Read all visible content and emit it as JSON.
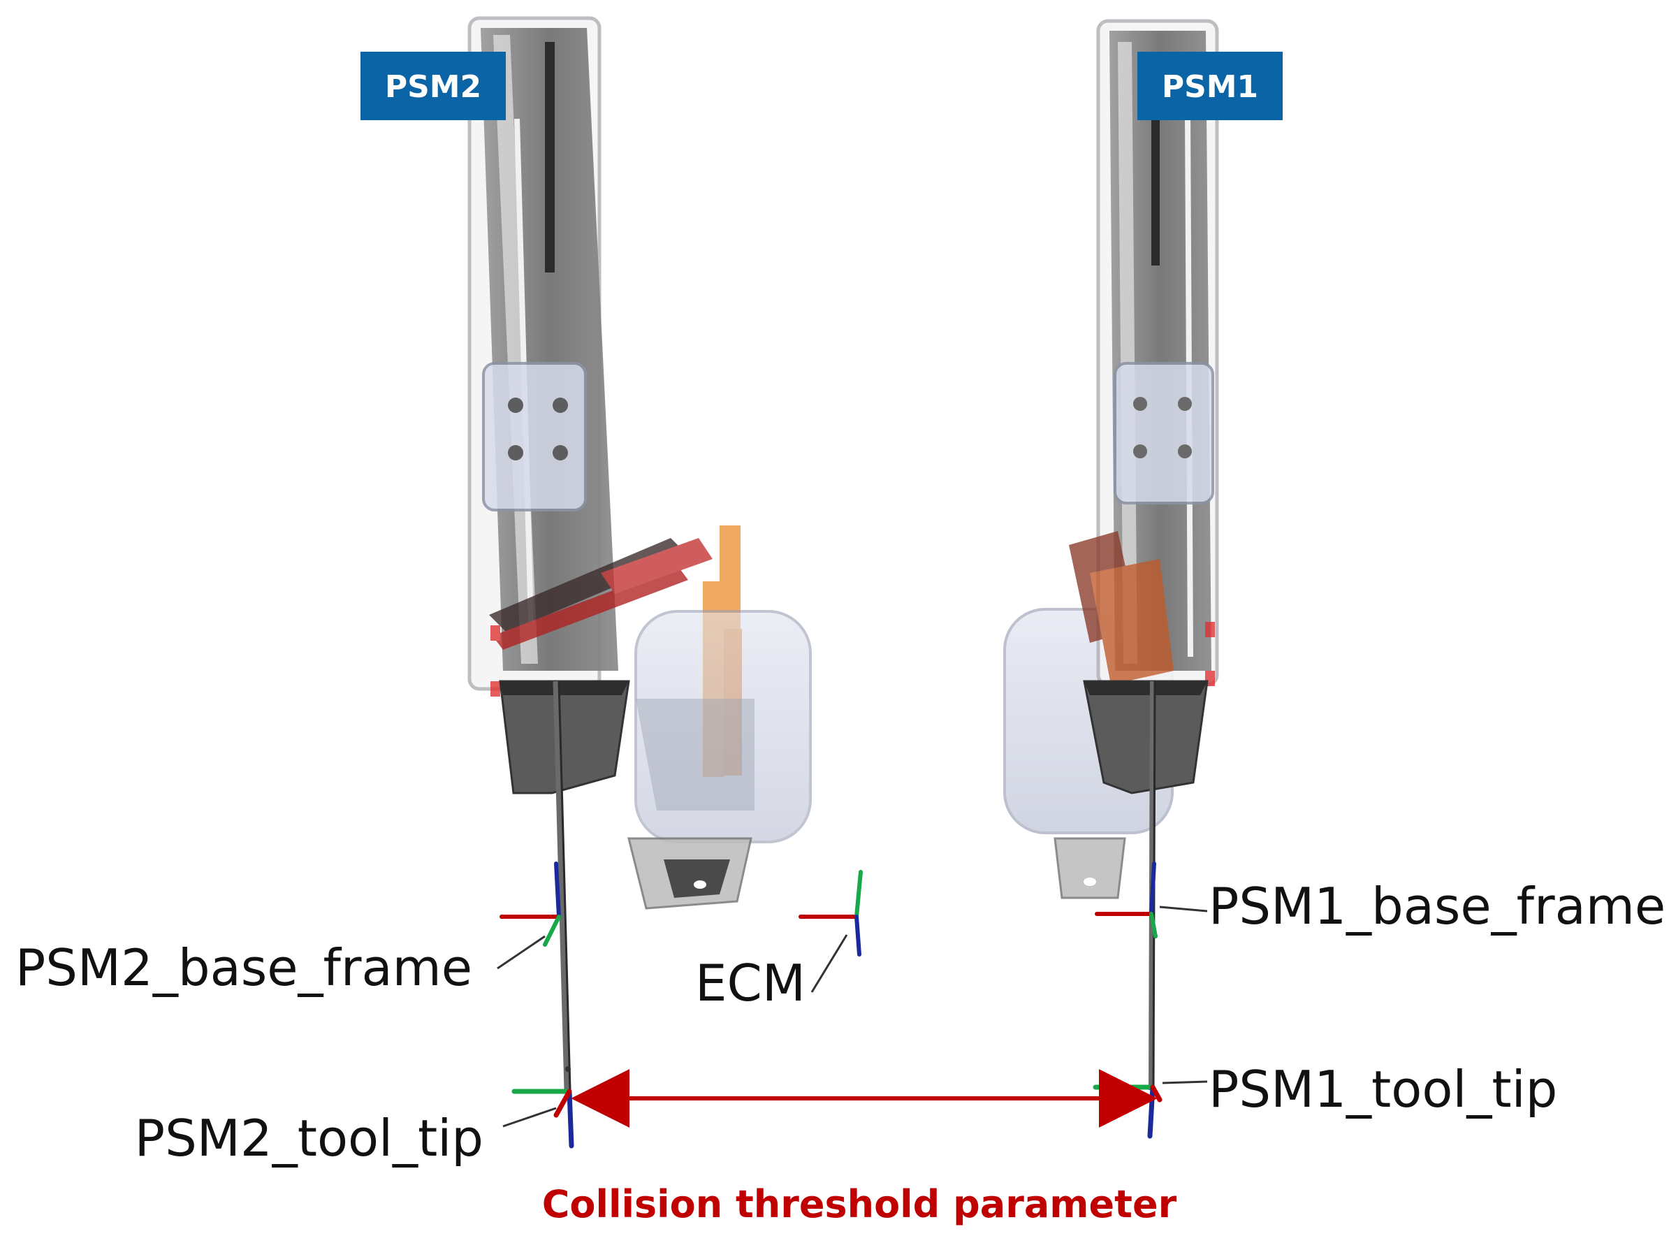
{
  "badges": {
    "psm2": "PSM2",
    "psm1": "PSM1"
  },
  "labels": {
    "psm2_base_frame": "PSM2_base_frame",
    "psm1_base_frame": "PSM1_base_frame",
    "ecm": "ECM",
    "psm2_tool_tip": "PSM2_tool_tip",
    "psm1_tool_tip": "PSM1_tool_tip",
    "collision_threshold": "Collision threshold parameter"
  },
  "colors": {
    "badge_blue": "#0b64a6",
    "threshold_red": "#c00000",
    "axis_red": "#c00000",
    "axis_green": "#18a84a",
    "axis_blue": "#1a2a9c",
    "arm_gray": "#7a7a7a",
    "ecm_orange": "#f0a050",
    "ecm_body": "#c8ccdc"
  },
  "icons": {
    "psm2_arm": "robot-arm",
    "psm1_arm": "robot-arm",
    "ecm_head": "endoscope-camera",
    "frame_axes": "coordinate-frame"
  }
}
